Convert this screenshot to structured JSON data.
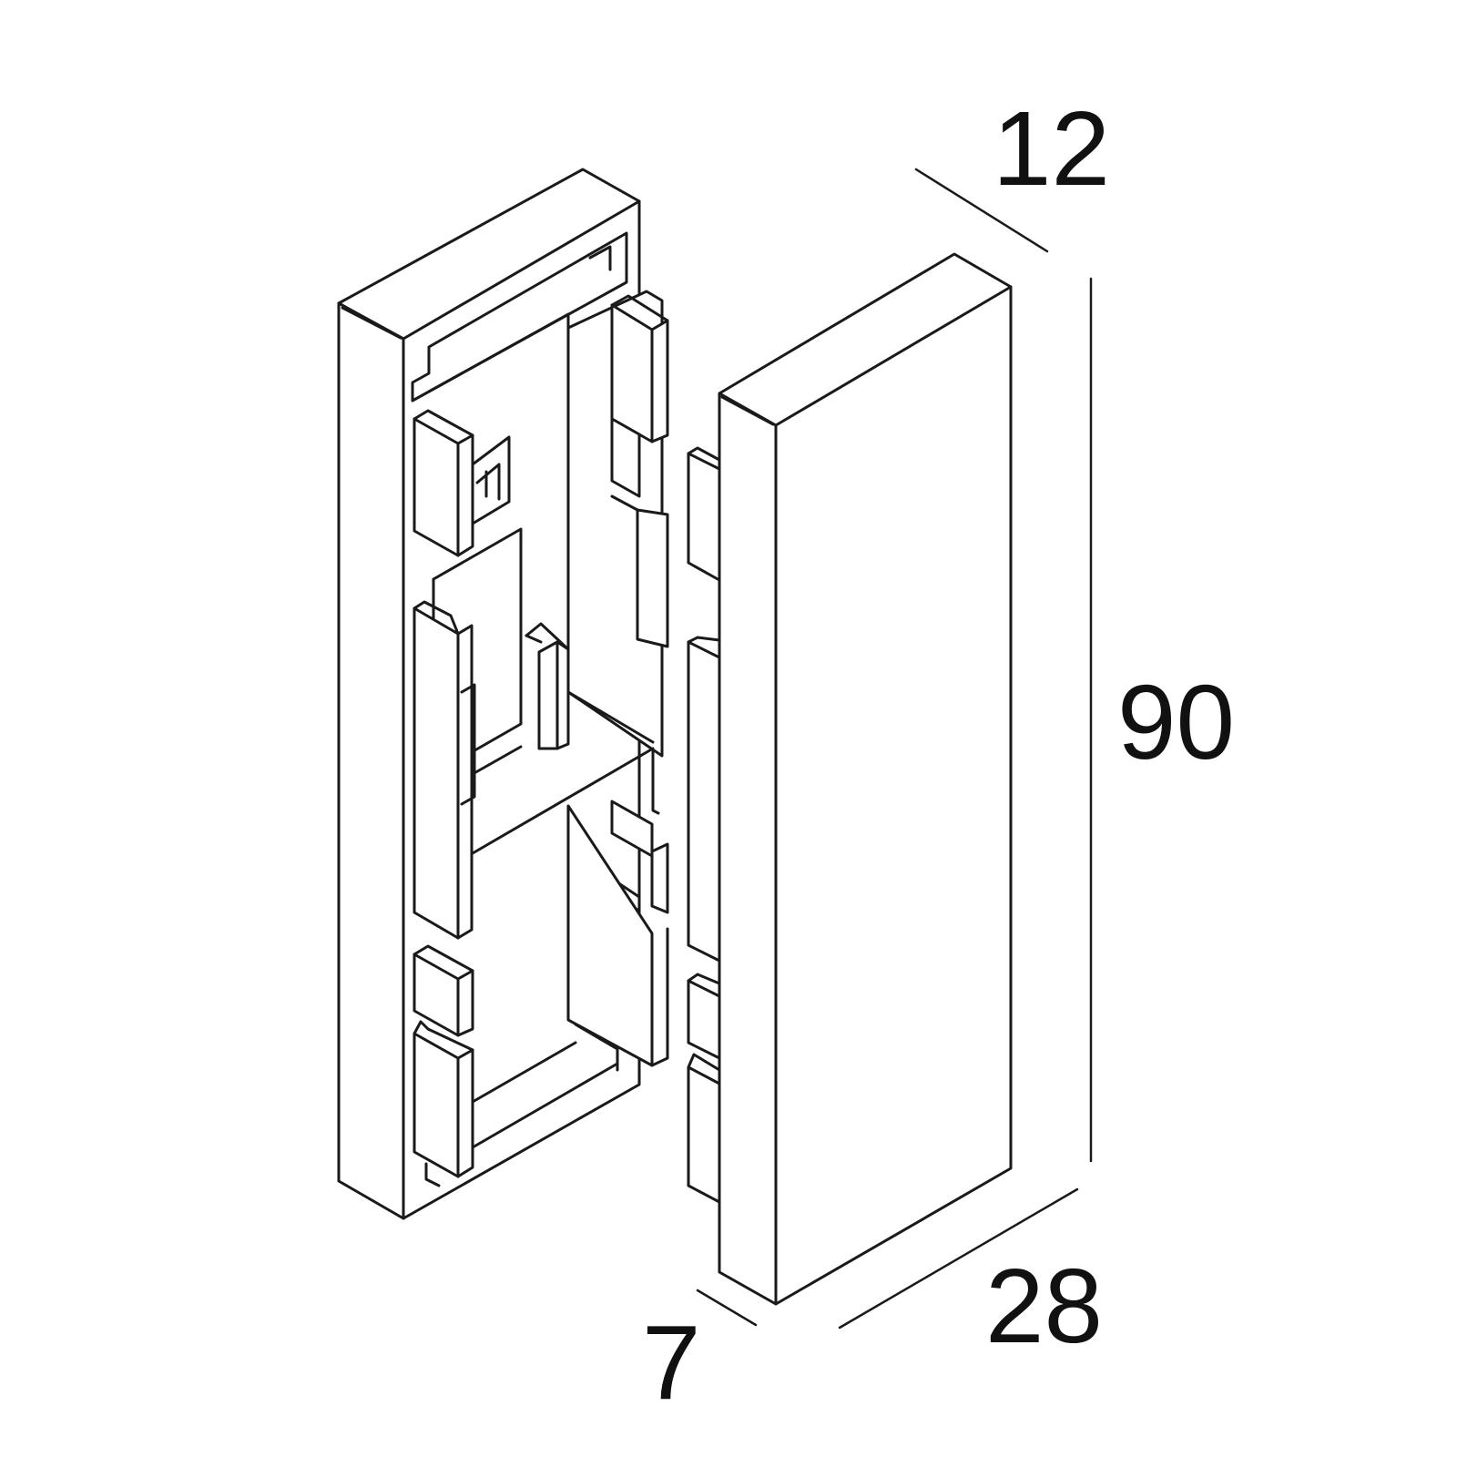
{
  "dimensions": {
    "depth": "12",
    "height": "90",
    "width": "28",
    "offset": "7"
  }
}
